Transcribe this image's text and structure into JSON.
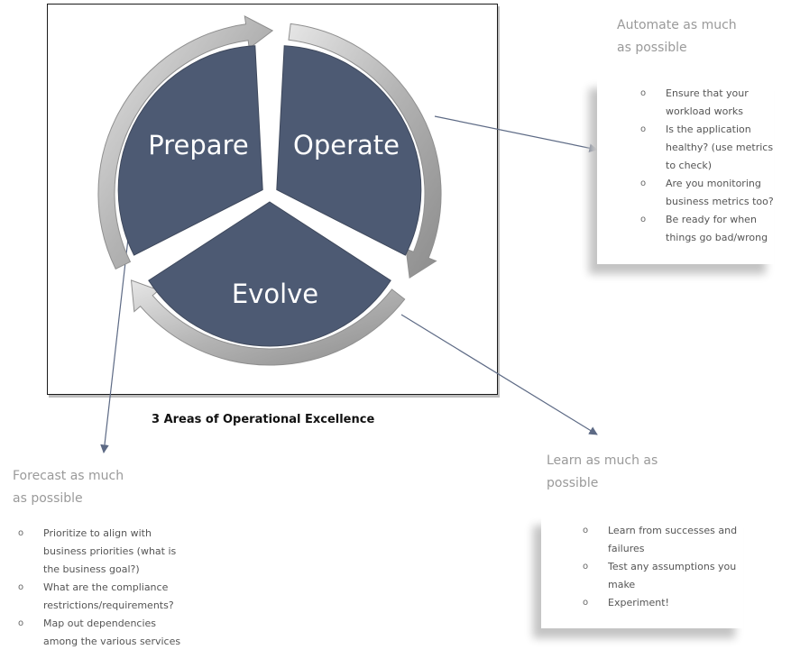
{
  "diagram": {
    "segments": [
      {
        "id": "prepare",
        "label": "Prepare"
      },
      {
        "id": "operate",
        "label": "Operate"
      },
      {
        "id": "evolve",
        "label": "Evolve"
      }
    ],
    "caption": "3 Areas of Operational Excellence",
    "colors": {
      "segment_fill": "#4d5a73",
      "arrow_ring": "#bdbdbd",
      "connector": "#5d6a85"
    }
  },
  "callouts": {
    "automate": {
      "heading_line1": "Automate as much",
      "heading_line2": "as possible",
      "bullets": [
        {
          "line1": "Ensure that your",
          "line2": "workload works"
        },
        {
          "line1": "Is the application",
          "line2": "healthy? (use metrics",
          "line3": "to check)"
        },
        {
          "line1": "Are you monitoring",
          "line2": "business metrics too?"
        },
        {
          "line1": "Be ready for when",
          "line2": "things go bad/wrong"
        }
      ]
    },
    "forecast": {
      "heading_line1": "Forecast as much",
      "heading_line2": "as possible",
      "bullets": [
        {
          "line1": "Prioritize to align with",
          "line2": "business priorities (what is",
          "line3": "the business goal?)"
        },
        {
          "line1": "What are the compliance",
          "line2": "restrictions/requirements?"
        },
        {
          "line1": "Map out dependencies",
          "line2": "among the various services"
        }
      ]
    },
    "learn": {
      "heading_line1": "Learn as much as",
      "heading_line2": "possible",
      "bullets": [
        {
          "line1": "Learn from successes and",
          "line2": "failures"
        },
        {
          "line1": "Test any assumptions you",
          "line2": "make"
        },
        {
          "line1": "Experiment!"
        }
      ]
    }
  }
}
